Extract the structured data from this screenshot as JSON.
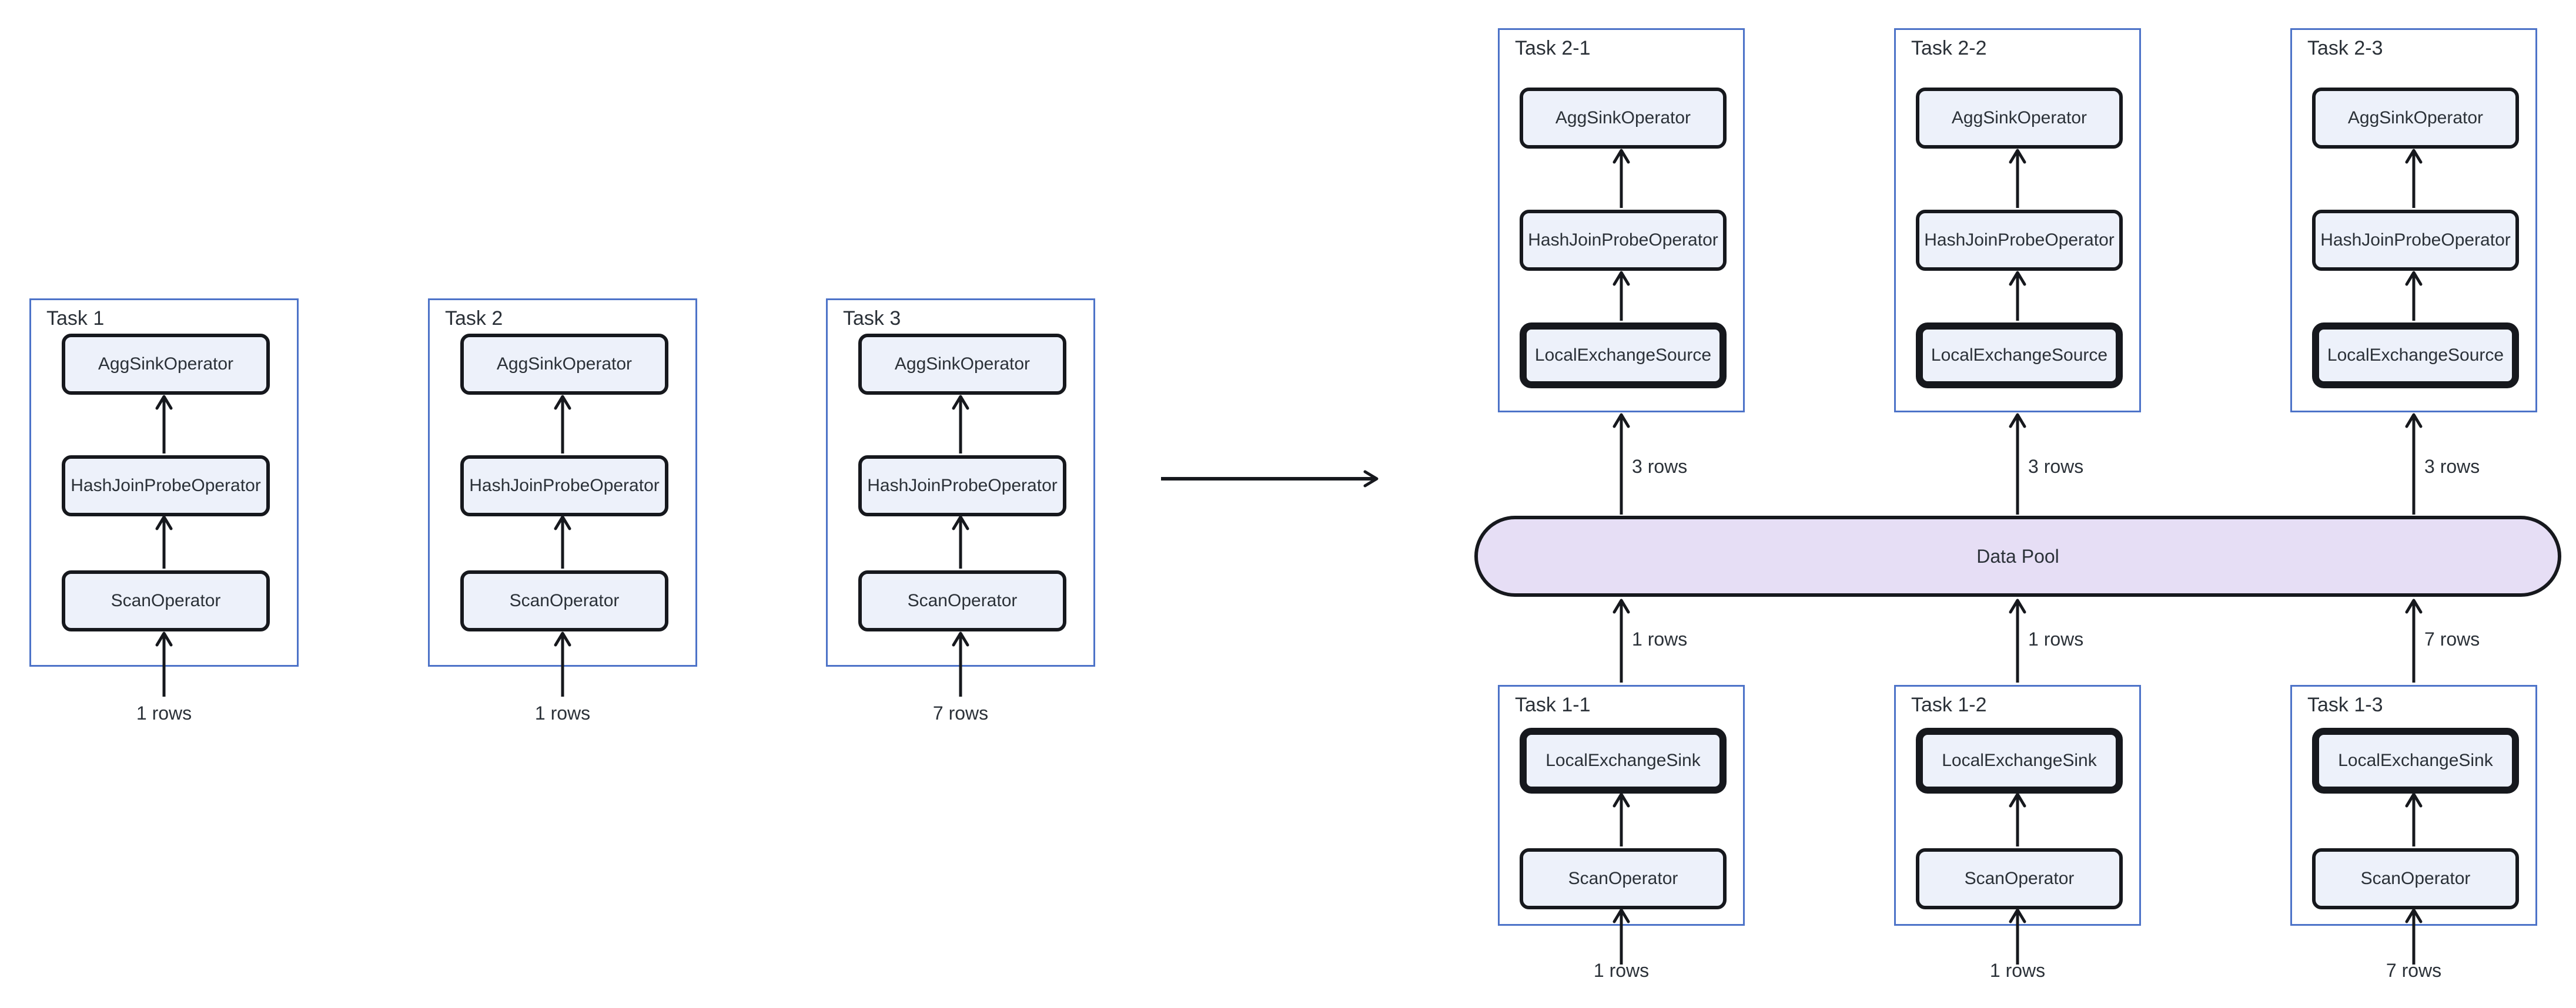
{
  "diagram": {
    "left_tasks": [
      {
        "label": "Task 1",
        "operators": [
          "AggSinkOperator",
          "HashJoinProbeOperator",
          "ScanOperator"
        ],
        "input_rows": "1 rows"
      },
      {
        "label": "Task 2",
        "operators": [
          "AggSinkOperator",
          "HashJoinProbeOperator",
          "ScanOperator"
        ],
        "input_rows": "1 rows"
      },
      {
        "label": "Task 3",
        "operators": [
          "AggSinkOperator",
          "HashJoinProbeOperator",
          "ScanOperator"
        ],
        "input_rows": "7 rows"
      }
    ],
    "top_tasks": [
      {
        "label": "Task 2-1",
        "operators": [
          "AggSinkOperator",
          "HashJoinProbeOperator",
          "LocalExchangeSource"
        ],
        "rows_from_pool": "3 rows"
      },
      {
        "label": "Task 2-2",
        "operators": [
          "AggSinkOperator",
          "HashJoinProbeOperator",
          "LocalExchangeSource"
        ],
        "rows_from_pool": "3 rows"
      },
      {
        "label": "Task 2-3",
        "operators": [
          "AggSinkOperator",
          "HashJoinProbeOperator",
          "LocalExchangeSource"
        ],
        "rows_from_pool": "3 rows"
      }
    ],
    "bottom_tasks": [
      {
        "label": "Task 1-1",
        "operators": [
          "LocalExchangeSink",
          "ScanOperator"
        ],
        "rows_to_pool": "1 rows",
        "input_rows": "1 rows"
      },
      {
        "label": "Task 1-2",
        "operators": [
          "LocalExchangeSink",
          "ScanOperator"
        ],
        "rows_to_pool": "1 rows",
        "input_rows": "1 rows"
      },
      {
        "label": "Task 1-3",
        "operators": [
          "LocalExchangeSink",
          "ScanOperator"
        ],
        "rows_to_pool": "7 rows",
        "input_rows": "7 rows"
      }
    ],
    "data_pool_label": "Data Pool"
  },
  "colors": {
    "task_border": "#4d73c8",
    "operator_fill": "#edf1fa",
    "operator_border": "#16181d",
    "pool_fill": "#e6def5",
    "text": "#2b3138"
  }
}
